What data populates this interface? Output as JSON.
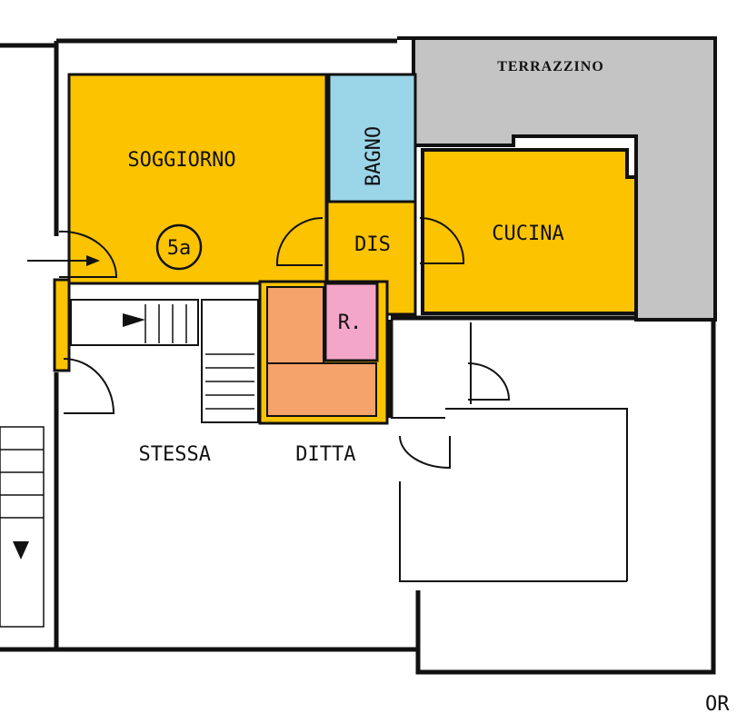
{
  "rooms": {
    "terrace": "TERRAZZINO",
    "living": "SOGGIORNO",
    "bath": "BAGNO",
    "hall": "DIS",
    "kitchen": "CUCINA",
    "storage": "R.",
    "other_unit": "STESSA DITTA"
  },
  "marker": "5a",
  "edge_label": "OR",
  "colors": {
    "living": "#FBC300",
    "bath": "#9BD5E8",
    "terrace": "#C4C4C4",
    "stair_rooms": "#F5A36B",
    "storage": "#F4A6C8"
  }
}
